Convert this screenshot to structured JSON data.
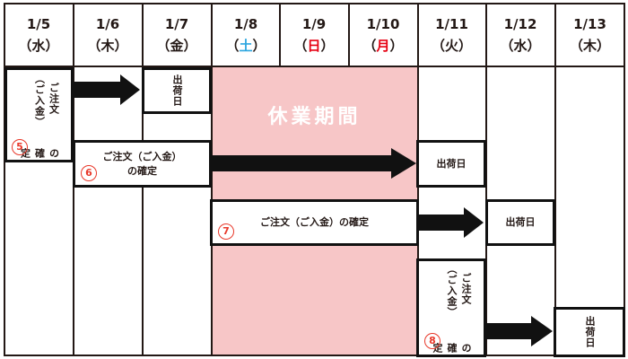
{
  "columns": [
    {
      "date": "1/5",
      "day": "水",
      "day_color": "#231815"
    },
    {
      "date": "1/6",
      "day": "木",
      "day_color": "#231815"
    },
    {
      "date": "1/7",
      "day": "金",
      "day_color": "#231815"
    },
    {
      "date": "1/8",
      "day": "土",
      "day_color": "#2ea7e0"
    },
    {
      "date": "1/9",
      "day": "日",
      "day_color": "#e60012"
    },
    {
      "date": "1/10",
      "day": "月",
      "day_color": "#e60012"
    },
    {
      "date": "1/11",
      "day": "火",
      "day_color": "#231815"
    },
    {
      "date": "1/12",
      "day": "水",
      "day_color": "#231815"
    },
    {
      "date": "1/13",
      "day": "木",
      "day_color": "#231815"
    }
  ],
  "holiday": {
    "label": "休業期間",
    "color": "#f7c6c7"
  },
  "order_line1": "ご注文（ご入金）",
  "order_line2": "の確定",
  "order_inline": "ご注文（ご入金）の確定",
  "ship_label": "出荷日",
  "markers": [
    "⑤",
    "⑥",
    "⑦",
    "⑧"
  ],
  "marker_nums": [
    "5",
    "6",
    "7",
    "8"
  ]
}
